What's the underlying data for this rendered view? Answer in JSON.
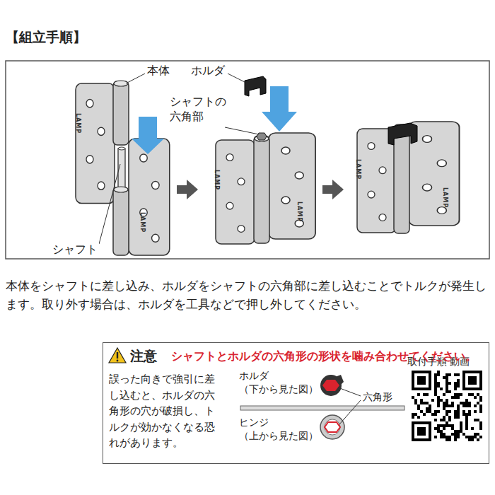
{
  "diagram": {
    "title": "【組立手順】",
    "nodes": [
      {
        "text": [
          "注意",
          "シャフトとホルダの六角形の形状を噛み合わせてください。",
          "誤った向きで強引に差し込むと、ホルダの六角形の穴が破損し、トルクが効かなくなる恐れがあります。"
        ]
      }
    ],
    "labels": [
      "本体",
      "ホルダ",
      "シャフトの 六角部",
      "シャフト",
      "LAMP",
      "LAMP",
      "LAMP",
      "LAMP",
      "LAMP",
      "LAMP",
      "本体をシャフトに差し込み、ホルダをシャフトの六角部に差し込むことでトルクが発生します。取り外す場合は、ホルダを工具などで押し外してください。",
      "ホルダ （下から見た図）",
      "六角形",
      "ヒンジ （上から見た図）",
      "取付手順 動画"
    ]
  }
}
